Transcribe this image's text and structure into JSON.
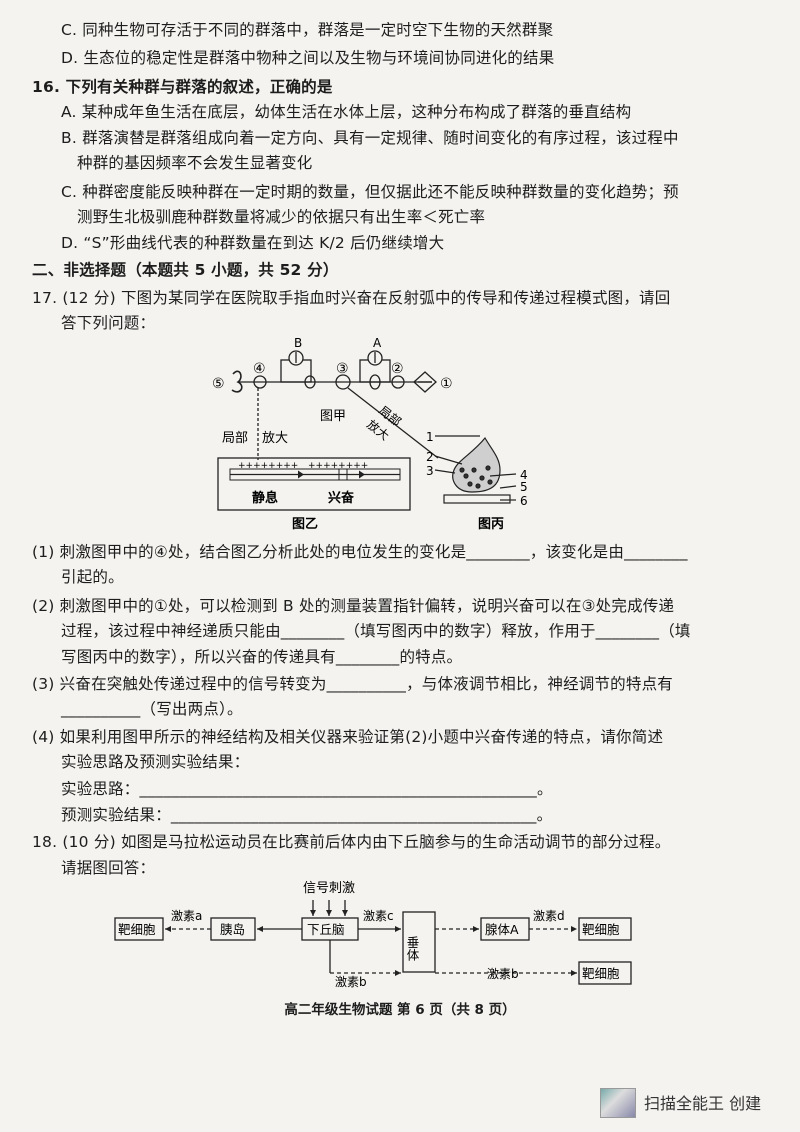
{
  "lines": [
    "C. 同种生物可存活于不同的群落中，群落是一定时空下生物的天然群聚",
    "D. 生态位的稳定性是群落中物种之间以及生物与环境间协同进化的结果",
    "16. 下列有关种群与群落的叙述，正确的是",
    "A. 某种成年鱼生活在底层，幼体生活在水体上层，这种分布构成了群落的垂直结构",
    "B. 群落演替是群落组成向着一定方向、具有一定规律、随时间变化的有序过程，该过程中",
    "种群的基因频率不会发生显著变化",
    "C. 种群密度能反映种群在一定时期的数量，但仅据此还不能反映种群数量的变化趋势；预",
    "测野生北极驯鹿种群数量将减少的依据只有出生率＜死亡率",
    "D. “S”形曲线代表的种群数量在到达 K/2 后仍继续增大",
    "二、非选择题（本题共 5 小题，共 52 分）",
    "17. (12 分) 下图为某同学在医院取手指血时兴奋在反射弧中的传导和传递过程模式图，请回",
    "答下列问题：",
    "(1) 刺激图甲中的④处，结合图乙分析此处的电位发生的变化是________，该变化是由________",
    "引起的。",
    "(2) 刺激图甲中的①处，可以检测到 B 处的测量装置指针偏转，说明兴奋可以在③处完成传递",
    "过程，该过程中神经递质只能由________（填写图丙中的数字）释放，作用于________（填",
    "写图丙中的数字），所以兴奋的传递具有________的特点。",
    "(3) 兴奋在突触处传递过程中的信号转变为__________，与体液调节相比，神经调节的特点有",
    "__________（写出两点）。",
    "(4) 如果利用图甲所示的神经结构及相关仪器来验证第(2)小题中兴奋传递的特点，请你简述",
    "实验思路及预测实验结果：",
    "实验思路：__________________________________________________。",
    "预测实验结果：______________________________________________。",
    "18. (10 分) 如图是马拉松运动员在比赛前后体内由下丘脑参与的生命活动调节的部分过程。",
    "请据图回答："
  ],
  "figure17": {
    "label_B": "B",
    "label_A": "A",
    "circled": [
      "①",
      "②",
      "③",
      "④",
      "⑤"
    ],
    "local_zoom_left": "局部",
    "local_zoom_right": "放大",
    "fig_jia": "图甲",
    "zoom_diag_1": "局部",
    "zoom_diag_2": "放大",
    "rest_label": "静息",
    "excite_label": "兴奋",
    "plus_signs": "++++++++",
    "fig_yi": "图乙",
    "fig_bing": "图丙",
    "bing_numbers": [
      "1",
      "2",
      "3",
      "4",
      "5",
      "6"
    ]
  },
  "figure18": {
    "signal": "信号刺激",
    "target1": "靶细胞",
    "hormone_a": "激素a",
    "islet": "胰岛",
    "hypothalamus": "下丘脑",
    "hormone_c": "激素c",
    "pituitary": "垂体",
    "gland_a": "腺体A",
    "hormone_d": "激素d",
    "target2": "靶细胞",
    "hormone_b1": "激素b",
    "hormone_b2": "激素b",
    "target3": "靶细胞"
  },
  "footer": "高二年级生物试题  第 6 页（共 8 页）",
  "watermark": "扫描全能王 创建"
}
